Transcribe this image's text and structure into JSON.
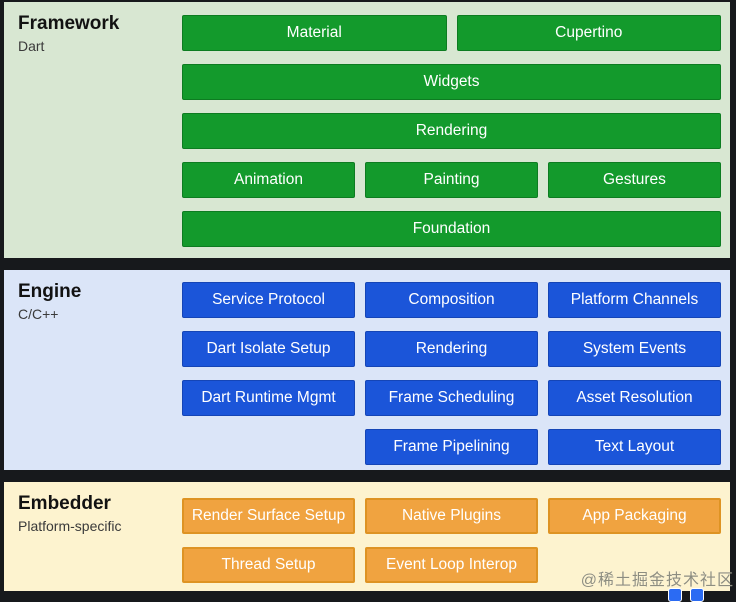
{
  "framework": {
    "title": "Framework",
    "subtitle": "Dart",
    "boxes": {
      "material": "Material",
      "cupertino": "Cupertino",
      "widgets": "Widgets",
      "rendering": "Rendering",
      "animation": "Animation",
      "painting": "Painting",
      "gestures": "Gestures",
      "foundation": "Foundation"
    }
  },
  "engine": {
    "title": "Engine",
    "subtitle": "C/C++",
    "boxes": {
      "service_protocol": "Service Protocol",
      "composition": "Composition",
      "platform_channels": "Platform Channels",
      "dart_isolate_setup": "Dart Isolate Setup",
      "rendering": "Rendering",
      "system_events": "System Events",
      "dart_runtime_mgmt": "Dart Runtime Mgmt",
      "frame_scheduling": "Frame Scheduling",
      "asset_resolution": "Asset Resolution",
      "frame_pipelining": "Frame Pipelining",
      "text_layout": "Text Layout"
    }
  },
  "embedder": {
    "title": "Embedder",
    "subtitle": "Platform-specific",
    "boxes": {
      "render_surface_setup": "Render Surface Setup",
      "native_plugins": "Native Plugins",
      "app_packaging": "App Packaging",
      "thread_setup": "Thread Setup",
      "event_loop_interop": "Event Loop Interop"
    }
  },
  "watermark": "@稀土掘金技术社区",
  "colors": {
    "frame_background": "#17191c",
    "framework_section_bg": "#d8e7d2",
    "framework_box": "#139a2c",
    "engine_section_bg": "#dbe5f8",
    "engine_box": "#1b55d9",
    "embedder_section_bg": "#fdf3cf",
    "embedder_box": "#f0a340",
    "embedder_box_border": "#de9323",
    "box_text": "#ffffff",
    "watermark_text": "#8d8d80"
  }
}
